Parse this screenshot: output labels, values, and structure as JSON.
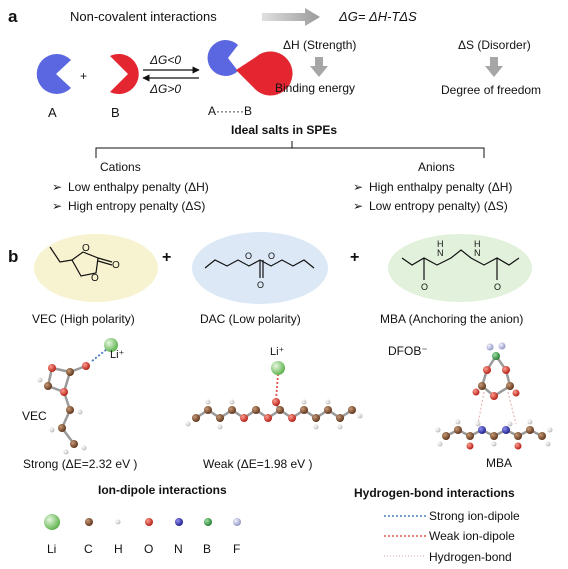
{
  "panel_a": {
    "label": "a",
    "title": "Non-covalent interactions",
    "equation": "ΔG= ΔH-TΔS",
    "species_a": "A",
    "species_b": "B",
    "plus": "+",
    "dg_neg": "ΔG<0",
    "dg_pos": "ΔG>0",
    "complex_label": "A·······B",
    "dh_header": "ΔH (Strength)",
    "dh_result": "Binding energy",
    "ds_header": "ΔS (Disorder)",
    "ds_result": "Degree of freedom",
    "ideal_salts": "Ideal salts in SPEs",
    "cations": {
      "title": "Cations",
      "items": [
        "Low enthalpy penalty (ΔH)",
        "High entropy penalty (ΔS)"
      ]
    },
    "anions": {
      "title": "Anions",
      "items": [
        "High enthalpy penalty (ΔH)",
        "Low entropy penalty) (ΔS)"
      ]
    }
  },
  "panel_b": {
    "label": "b",
    "plus": "+",
    "molecules": [
      {
        "name": "VEC (High polarity)",
        "color": "#f7f2cf"
      },
      {
        "name": "DAC (Low polarity)",
        "color": "#dde8f6"
      },
      {
        "name": "MBA (Anchoring the anion)",
        "color": "#e2f1dc"
      }
    ],
    "li_label": "Li⁺",
    "dfob_label": "DFOB⁻",
    "vec_label": "VEC",
    "mba_label": "MBA",
    "strong_label": "Strong (ΔE=2.32 eV )",
    "weak_label": "Weak (ΔE=1.98 eV )",
    "ion_dipole_title": "Ion-dipole interactions",
    "hbond_title": "Hydrogen-bond interactions",
    "atoms": [
      {
        "symbol": "Li",
        "color": "#7cc96a"
      },
      {
        "symbol": "C",
        "color": "#7b4a2a"
      },
      {
        "symbol": "H",
        "color": "#e8e8e8"
      },
      {
        "symbol": "O",
        "color": "#d62a1e"
      },
      {
        "symbol": "N",
        "color": "#2b2bb5"
      },
      {
        "symbol": "B",
        "color": "#2e9a3a"
      },
      {
        "symbol": "F",
        "color": "#b8bce0"
      }
    ],
    "legend_lines": [
      {
        "label": "Strong ion-dipole",
        "color": "#4a7fc1"
      },
      {
        "label": "Weak ion-dipole",
        "color": "#e0534a"
      },
      {
        "label": "Hydrogen-bond",
        "color": "#e6b8b8"
      }
    ]
  }
}
